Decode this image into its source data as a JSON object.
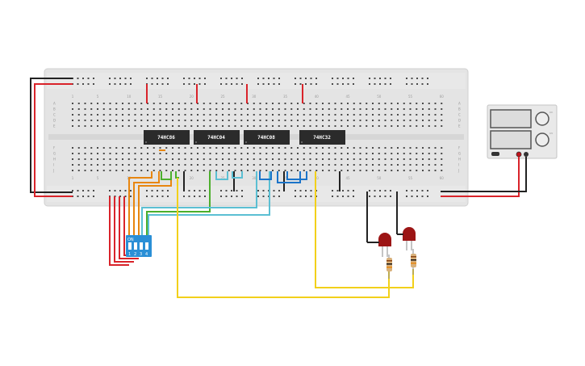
{
  "chips": [
    {
      "id": "chip-xor",
      "label": "74HC86"
    },
    {
      "id": "chip-not",
      "label": "74HC04"
    },
    {
      "id": "chip-and",
      "label": "74HC08"
    },
    {
      "id": "chip-or",
      "label": "74HC32"
    }
  ],
  "column_numbers": [
    "1",
    "5",
    "10",
    "15",
    "20",
    "25",
    "30",
    "35",
    "40",
    "45",
    "50",
    "55",
    "60"
  ],
  "row_letters_top": [
    "A",
    "B",
    "C",
    "D",
    "E"
  ],
  "row_letters_bottom": [
    "F",
    "G",
    "H",
    "I",
    "J"
  ],
  "dip_switch": {
    "on_label": "ON",
    "positions": [
      "1",
      "2",
      "3",
      "4"
    ]
  },
  "power_supply": {
    "knob_labels": [
      "CC",
      "CV"
    ]
  },
  "colors": {
    "board": "#e4e4e4",
    "chip": "#2b2b2b",
    "rail_red": "#d9232a",
    "rail_black": "#222222",
    "wire_orange": "#e8860f",
    "wire_green": "#4caf2c",
    "wire_cyan": "#5bbfd3",
    "wire_blue": "#1b74c9",
    "wire_yellow": "#f2d01a",
    "wire_gray": "#8a8a8a",
    "dip_blue": "#2a8fd6",
    "led": "#9c1515"
  }
}
